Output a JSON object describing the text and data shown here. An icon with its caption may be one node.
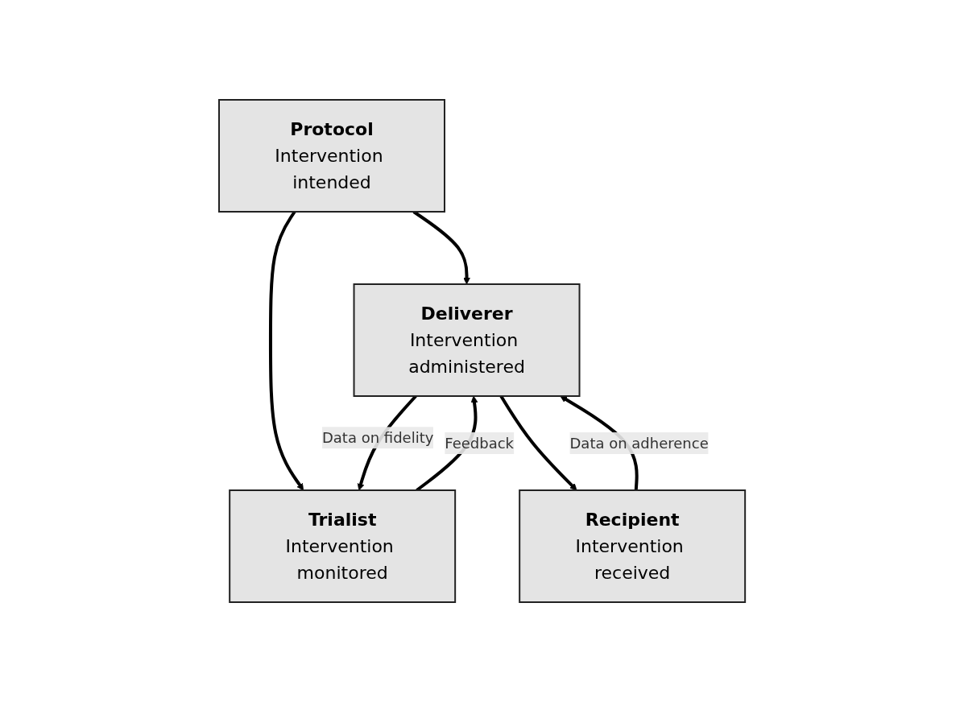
{
  "diagram": {
    "nodes": [
      {
        "text": [
          "Protocol",
          "Intervention intended"
        ]
      },
      {
        "text": [
          "Deliverer",
          "Intervention administered"
        ]
      },
      {
        "text": [
          "Trialist",
          "Intervention monitored"
        ]
      },
      {
        "text": [
          "Recipient",
          "Intervention received"
        ]
      }
    ],
    "edges": [
      {
        "from": 0,
        "to": 1,
        "arrow": "to"
      },
      {
        "from": 0,
        "to": 2,
        "arrow": "to"
      },
      {
        "from": 1,
        "to": 2,
        "arrow": "to",
        "label": "Data on fidelity"
      },
      {
        "from": 2,
        "to": 1,
        "arrow": "to",
        "label": "Feedback"
      },
      {
        "from": 1,
        "to": 3,
        "arrow": "to"
      },
      {
        "from": 3,
        "to": 1,
        "arrow": "to",
        "label": "Data on adherence"
      }
    ]
  }
}
